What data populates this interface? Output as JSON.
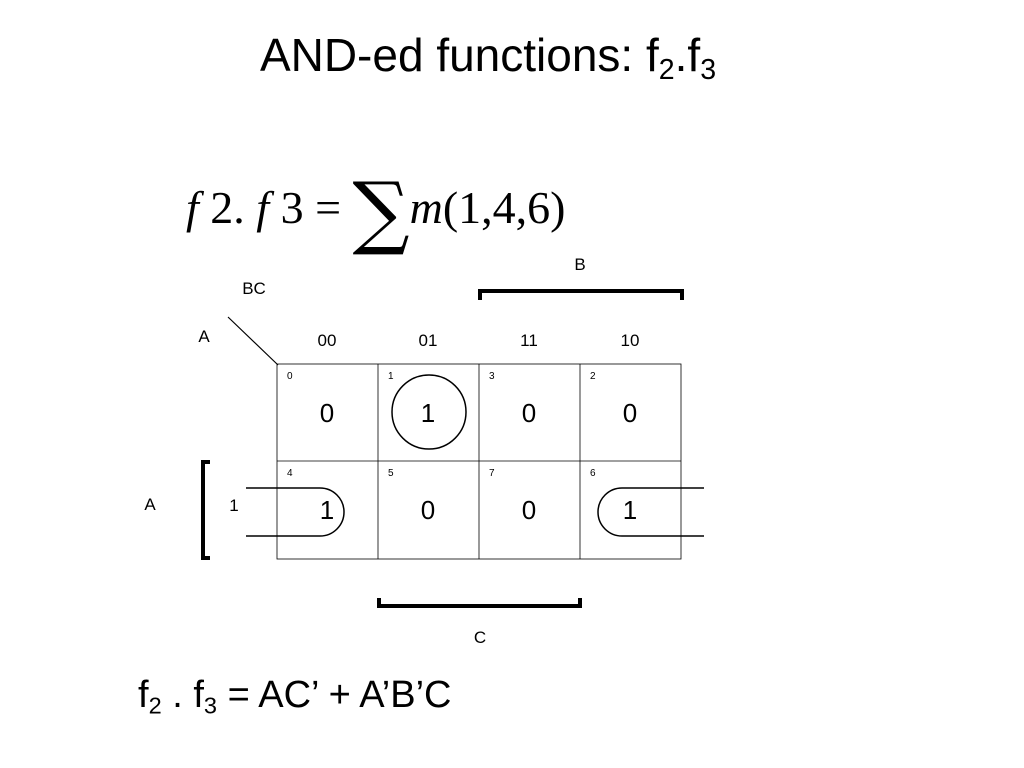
{
  "title": {
    "text": "AND-ed functions: f",
    "sub1": "2",
    "mid": ".f",
    "sub2": "3"
  },
  "formula": {
    "lhs_f1": "f",
    "lhs_n1": " 2.",
    "lhs_f2": " f",
    "lhs_n2": " 3",
    "eq": " = ",
    "sigma": "∑",
    "m": "m",
    "terms": "(1,4,6)"
  },
  "kmap": {
    "row_var": "A",
    "col_vars": "BC",
    "col_headers": [
      "00",
      "01",
      "11",
      "10"
    ],
    "row_header_1": "1",
    "row_group_label": "A",
    "top_group_label": "B",
    "bottom_group_label": "C",
    "cells": [
      [
        {
          "index": "0",
          "value": "0"
        },
        {
          "index": "1",
          "value": "1"
        },
        {
          "index": "3",
          "value": "0"
        },
        {
          "index": "2",
          "value": "0"
        }
      ],
      [
        {
          "index": "4",
          "value": "1"
        },
        {
          "index": "5",
          "value": "0"
        },
        {
          "index": "7",
          "value": "0"
        },
        {
          "index": "6",
          "value": "1"
        }
      ]
    ]
  },
  "result": {
    "f": "f",
    "sub1": "2",
    "mid": " . f",
    "sub2": "3",
    "expr": " = AC’ + A’B’C"
  }
}
